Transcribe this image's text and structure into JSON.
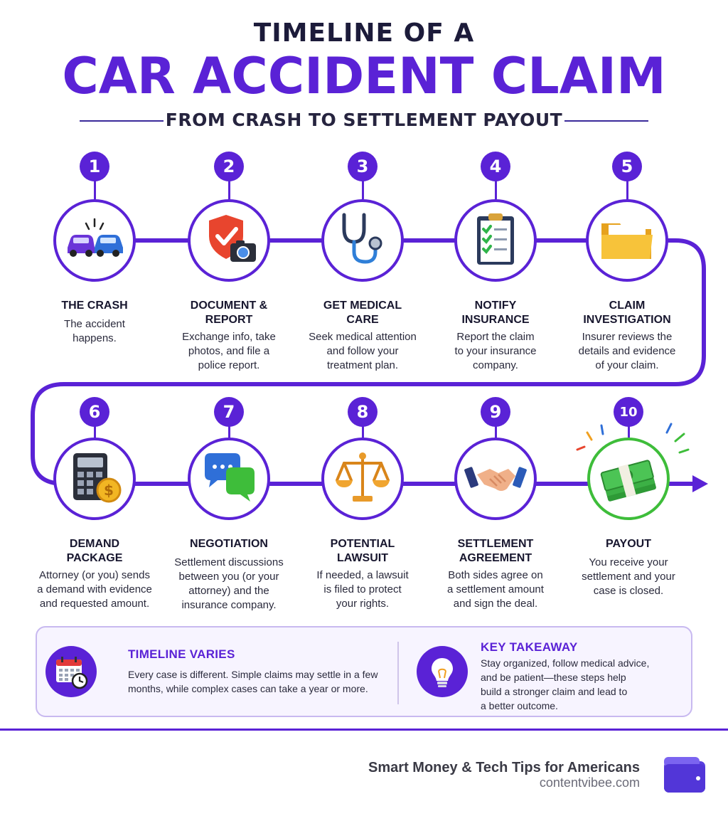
{
  "header": {
    "line1": "TIMELINE OF A",
    "line2": "CAR ACCIDENT CLAIM",
    "line3": "FROM CRASH TO SETTLEMENT PAYOUT"
  },
  "colors": {
    "accent": "#5a22d6",
    "success": "#3ebd3a",
    "text": "#1f1f3a"
  },
  "steps": [
    {
      "number": "1",
      "title": "THE CRASH",
      "desc": [
        "The accident",
        "happens."
      ],
      "icon": "car-crash-icon"
    },
    {
      "number": "2",
      "title": [
        "DOCUMENT &",
        "REPORT"
      ],
      "desc": [
        "Exchange info, take",
        "photos, and file a",
        "police report."
      ],
      "icon": "shield-camera-icon"
    },
    {
      "number": "3",
      "title": [
        "GET MEDICAL",
        "CARE"
      ],
      "desc": [
        "Seek medical attention",
        "and follow your",
        "treatment plan."
      ],
      "icon": "stethoscope-icon"
    },
    {
      "number": "4",
      "title": [
        "NOTIFY",
        "INSURANCE"
      ],
      "desc": [
        "Report the claim",
        "to your insurance",
        "company."
      ],
      "icon": "clipboard-checklist-icon"
    },
    {
      "number": "5",
      "title": [
        "CLAIM",
        "INVESTIGATION"
      ],
      "desc": [
        "Insurer reviews the",
        "details and evidence",
        "of your claim."
      ],
      "icon": "folder-icon"
    },
    {
      "number": "6",
      "title": [
        "DEMAND",
        "PACKAGE"
      ],
      "desc": [
        "Attorney (or you) sends",
        "a demand with evidence",
        "and requested amount."
      ],
      "icon": "calculator-coin-icon"
    },
    {
      "number": "7",
      "title": "NEGOTIATION",
      "desc": [
        "Settlement discussions",
        "between you (or your",
        "attorney) and the",
        "insurance company."
      ],
      "icon": "chat-bubbles-icon"
    },
    {
      "number": "8",
      "title": [
        "POTENTIAL",
        "LAWSUIT"
      ],
      "desc": [
        "If needed, a lawsuit",
        "is filed to protect",
        "your rights."
      ],
      "icon": "scales-of-justice-icon"
    },
    {
      "number": "9",
      "title": [
        "SETTLEMENT",
        "AGREEMENT"
      ],
      "desc": [
        "Both sides agree on",
        "a settlement amount",
        "and sign the deal."
      ],
      "icon": "handshake-icon"
    },
    {
      "number": "10",
      "title": "PAYOUT",
      "desc": [
        "You receive your",
        "settlement and your",
        "case is closed."
      ],
      "icon": "cash-stack-icon"
    }
  ],
  "panel": {
    "left": {
      "title": "TIMELINE VARIES",
      "text": [
        "Every case is different. Simple claims may settle in a few",
        "months, while complex cases can take a year or more."
      ],
      "icon": "calendar-clock-icon"
    },
    "right": {
      "title": "KEY TAKEAWAY",
      "text": [
        "Stay organized, follow medical advice,",
        "and be patient—these steps help",
        "build a stronger claim and lead to",
        "a better outcome."
      ],
      "icon": "lightbulb-icon"
    }
  },
  "footer": {
    "brand": "Smart Money & Tech Tips for Americans",
    "url": "contentvibee.com",
    "icon": "wallet-icon"
  }
}
